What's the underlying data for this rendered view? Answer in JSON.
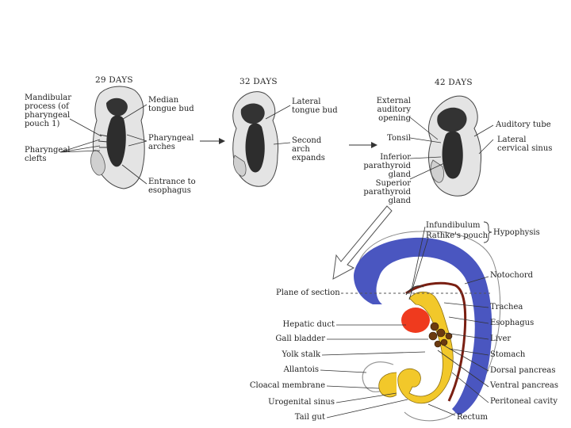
{
  "stages": {
    "d29": {
      "title": "29 DAYS",
      "mandibular": "Mandibular process (of pharyngeal pouch 1)",
      "clefts": "Pharyngeal clefts",
      "median_tongue": "Median tongue bud",
      "arches": "Pharyngeal arches",
      "entrance": "Entrance to esophagus"
    },
    "d32": {
      "title": "32 DAYS",
      "lateral_tongue": "Lateral tongue bud",
      "second_arch": "Second arch expands"
    },
    "d42": {
      "title": "42 DAYS",
      "ext_auditory": "External auditory opening",
      "tonsil": "Tonsil",
      "inf_parathyroid": "Inferior parathyroid gland",
      "sup_parathyroid": "Superior parathyroid gland",
      "auditory_tube": "Auditory tube",
      "lateral_cervical": "Lateral cervical sinus"
    }
  },
  "section": {
    "infundibulum": "Infundibulum",
    "rathke": "Rathke's pouch",
    "hypophysis": "Hypophysis",
    "notochord": "Notochord",
    "plane": "Plane of section",
    "trachea": "Trachea",
    "esophagus": "Esophagus",
    "liver": "Liver",
    "stomach": "Stomach",
    "dorsal_pancreas": "Dorsal pancreas",
    "ventral_pancreas": "Ventral pancreas",
    "peritoneal_cavity": "Peritoneal cavity",
    "rectum": "Rectum",
    "hepatic_duct": "Hepatic duct",
    "gall_bladder": "Gall bladder",
    "yolk_stalk": "Yolk stalk",
    "allantois": "Allantois",
    "cloacal_membrane": "Cloacal membrane",
    "urogenital_sinus": "Urogenital sinus",
    "tail_gut": "Tail gut"
  },
  "colors": {
    "neural": "#4a56c0",
    "gut": "#f2c82a",
    "liver": "#ef3a1e",
    "tissue": "#cfcfcf",
    "dark": "#2d2d2d"
  }
}
